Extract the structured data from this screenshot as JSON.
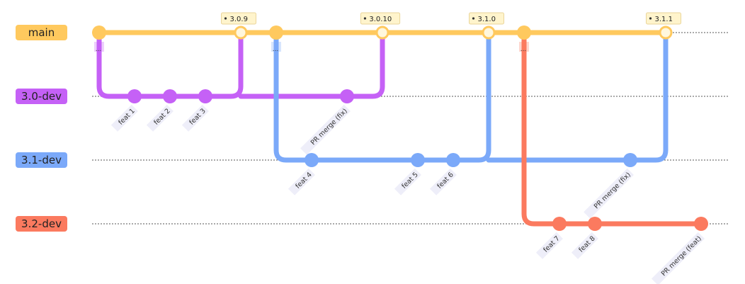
{
  "branches": [
    {
      "id": "main",
      "label": "main",
      "color": "#ffc95e"
    },
    {
      "id": "dev30",
      "label": "3.0-dev",
      "color": "#c561f6"
    },
    {
      "id": "dev31",
      "label": "3.1-dev",
      "color": "#7ba9f9"
    },
    {
      "id": "dev32",
      "label": "3.2-dev",
      "color": "#fb7a5f"
    }
  ],
  "tags": [
    "3.0.9",
    "3.0.10",
    "3.1.0",
    "3.1.1"
  ],
  "commits": {
    "dev30": [
      "feat 1",
      "feat 2",
      "feat 3",
      "PR merge (fix)"
    ],
    "dev31": [
      "feat 4",
      "feat 5",
      "feat 6",
      "PR merge (fix)"
    ],
    "dev32": [
      "feat 7",
      "feat 8",
      "PR merge (feat)"
    ]
  },
  "branch_point_marker": "..."
}
